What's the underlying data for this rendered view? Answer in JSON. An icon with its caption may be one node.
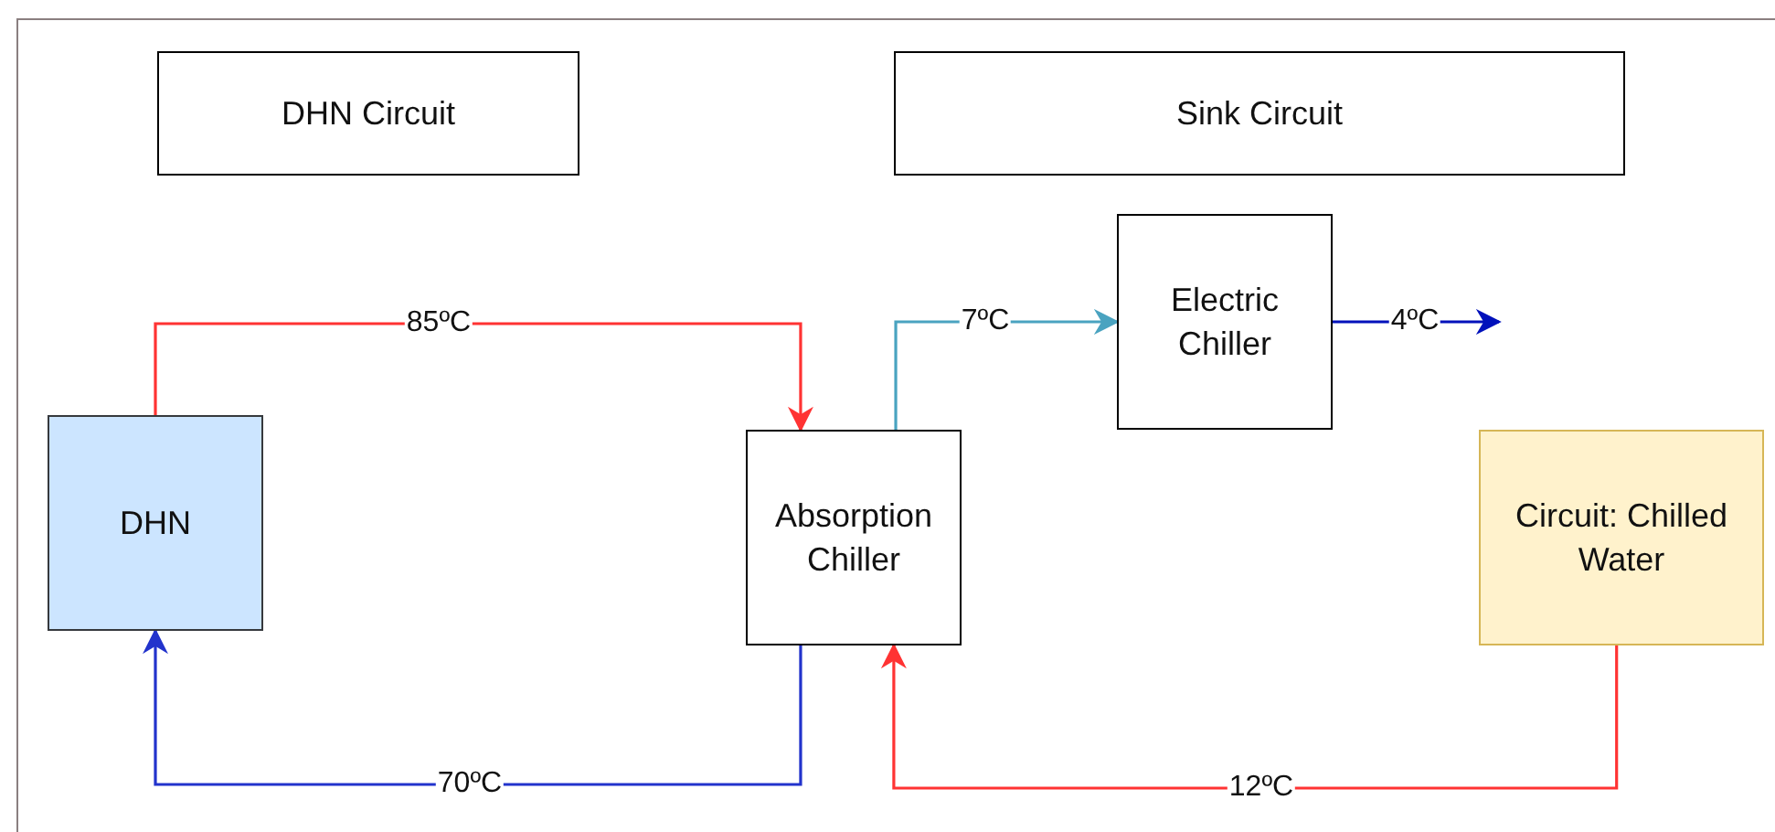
{
  "diagram": {
    "nodes": [
      {
        "text": [
          "DHN Circuit"
        ]
      },
      {
        "text": [
          "Sink Circuit"
        ]
      },
      {
        "text": [
          "DHN"
        ]
      },
      {
        "text": [
          "Absorption Chiller"
        ]
      },
      {
        "text": [
          "Electric Chiller"
        ]
      },
      {
        "text": [
          "Circuit: Chilled Water"
        ]
      }
    ],
    "edges": [
      {
        "from": 2,
        "to": 3,
        "arrow": "to",
        "label": "85ºC",
        "color": "#ff3333"
      },
      {
        "from": 3,
        "to": 2,
        "arrow": "to",
        "label": "70ºC",
        "color": "#2233cc"
      },
      {
        "from": 3,
        "to": 4,
        "arrow": "to",
        "label": "7ºC",
        "color": "#4aa3c0"
      },
      {
        "from": 4,
        "to": null,
        "arrow": "to",
        "label": "4ºC",
        "color": "#0011bb"
      },
      {
        "from": 5,
        "to": 3,
        "arrow": "to",
        "label": "12ºC",
        "color": "#ff3333"
      }
    ]
  }
}
